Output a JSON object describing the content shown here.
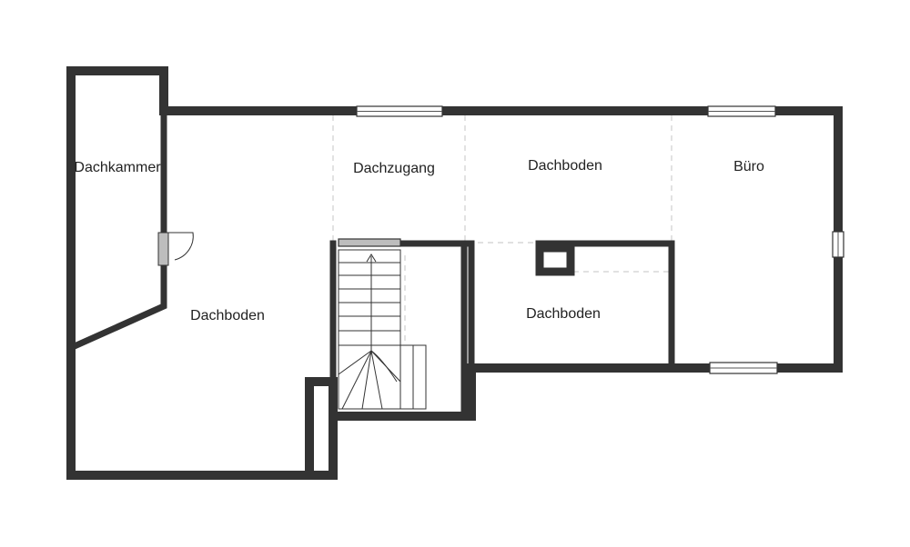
{
  "floor_plan": {
    "rooms": {
      "dachkammer": "Dachkammer",
      "dachboden_left": "Dachboden",
      "dachzugang": "Dachzugang",
      "dachboden_top": "Dachboden",
      "buero": "Büro",
      "dachboden_center": "Dachboden"
    },
    "colors": {
      "wall": "#333333",
      "divider": "#cfcfcf",
      "background": "#ffffff"
    }
  }
}
